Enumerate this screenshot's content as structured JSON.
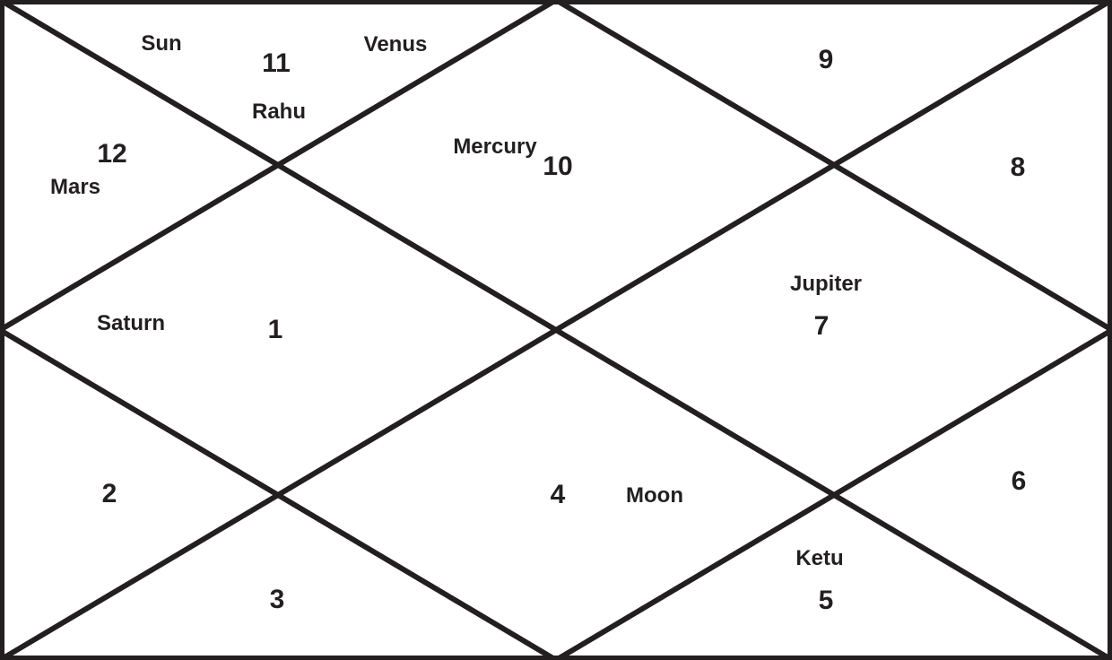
{
  "chart": {
    "houses": [
      {
        "number": "1",
        "planets": [
          "Saturn"
        ]
      },
      {
        "number": "2",
        "planets": []
      },
      {
        "number": "3",
        "planets": []
      },
      {
        "number": "4",
        "planets": [
          "Moon"
        ]
      },
      {
        "number": "5",
        "planets": [
          "Ketu"
        ]
      },
      {
        "number": "6",
        "planets": []
      },
      {
        "number": "7",
        "planets": [
          "Jupiter"
        ]
      },
      {
        "number": "8",
        "planets": []
      },
      {
        "number": "9",
        "planets": []
      },
      {
        "number": "10",
        "planets": [
          "Mercury"
        ]
      },
      {
        "number": "11",
        "planets": [
          "Sun",
          "Venus",
          "Rahu"
        ]
      },
      {
        "number": "12",
        "planets": [
          "Mars"
        ]
      }
    ],
    "colors": {
      "ink": "#231f20",
      "background": "#ffffff"
    }
  }
}
